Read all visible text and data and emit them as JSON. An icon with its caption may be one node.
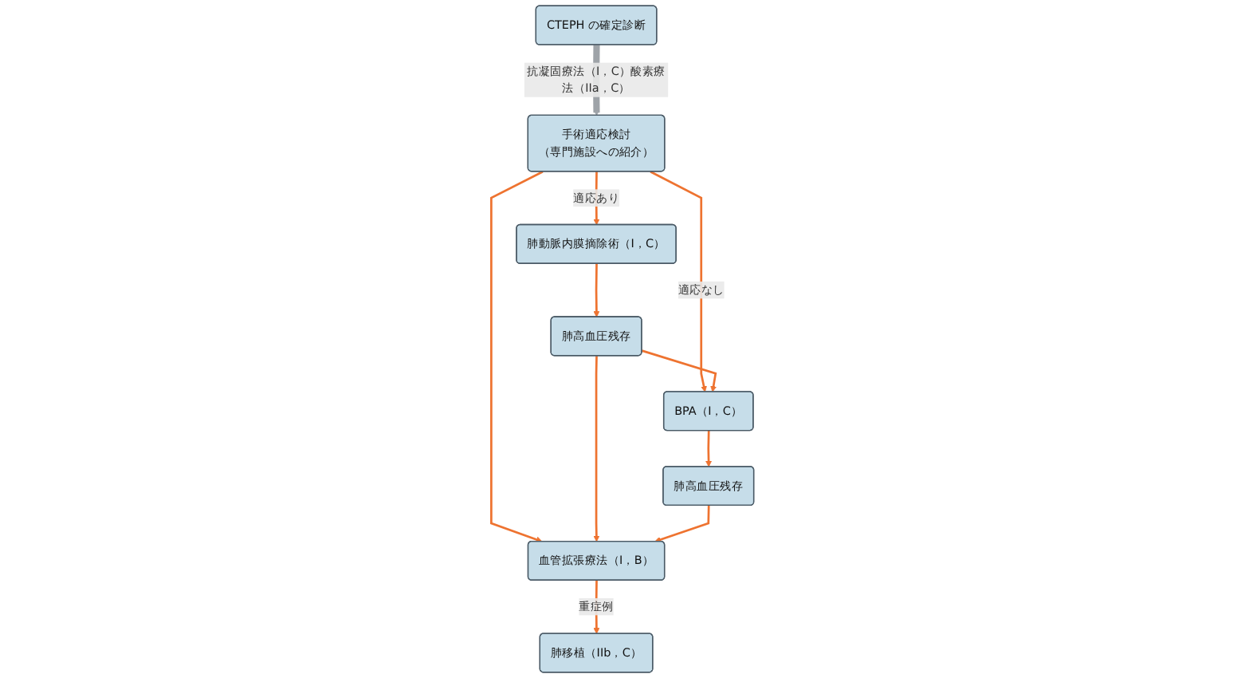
{
  "diagram": {
    "nodes": [
      {
        "text": [
          "CTEPH の確定診断"
        ]
      },
      {
        "text": [
          "手術適応検討",
          "（専門施設への紹介）"
        ]
      },
      {
        "text": [
          "肺動脈内膜摘除術（I，C）"
        ]
      },
      {
        "text": [
          "BPA（I，C）"
        ]
      },
      {
        "text": [
          "血管拡張療法（I，B）"
        ]
      },
      {
        "text": [
          "肺高血圧残存"
        ]
      },
      {
        "text": [
          "肺高血圧残存"
        ]
      },
      {
        "text": [
          "肺移植（IIb，C）"
        ]
      }
    ],
    "edges": [
      {
        "from": 0,
        "to": 1,
        "arrow": "to",
        "label": "抗凝固療法（I，C）酸素療法（IIa，C）",
        "style": "thick",
        "color": "#9ea3a8"
      },
      {
        "from": 1,
        "to": 2,
        "arrow": "to",
        "label": "適応あり"
      },
      {
        "from": 1,
        "to": 3,
        "arrow": "to",
        "label": "適応なし"
      },
      {
        "from": 1,
        "to": 4,
        "arrow": "to"
      },
      {
        "from": 2,
        "to": 5,
        "arrow": "to"
      },
      {
        "from": 3,
        "to": 6,
        "arrow": "to"
      },
      {
        "from": 5,
        "to": 3,
        "arrow": "to"
      },
      {
        "from": 5,
        "to": 4,
        "arrow": "to"
      },
      {
        "from": 6,
        "to": 4,
        "arrow": "to"
      },
      {
        "from": 4,
        "to": 7,
        "arrow": "to",
        "label": "重症例"
      }
    ]
  }
}
